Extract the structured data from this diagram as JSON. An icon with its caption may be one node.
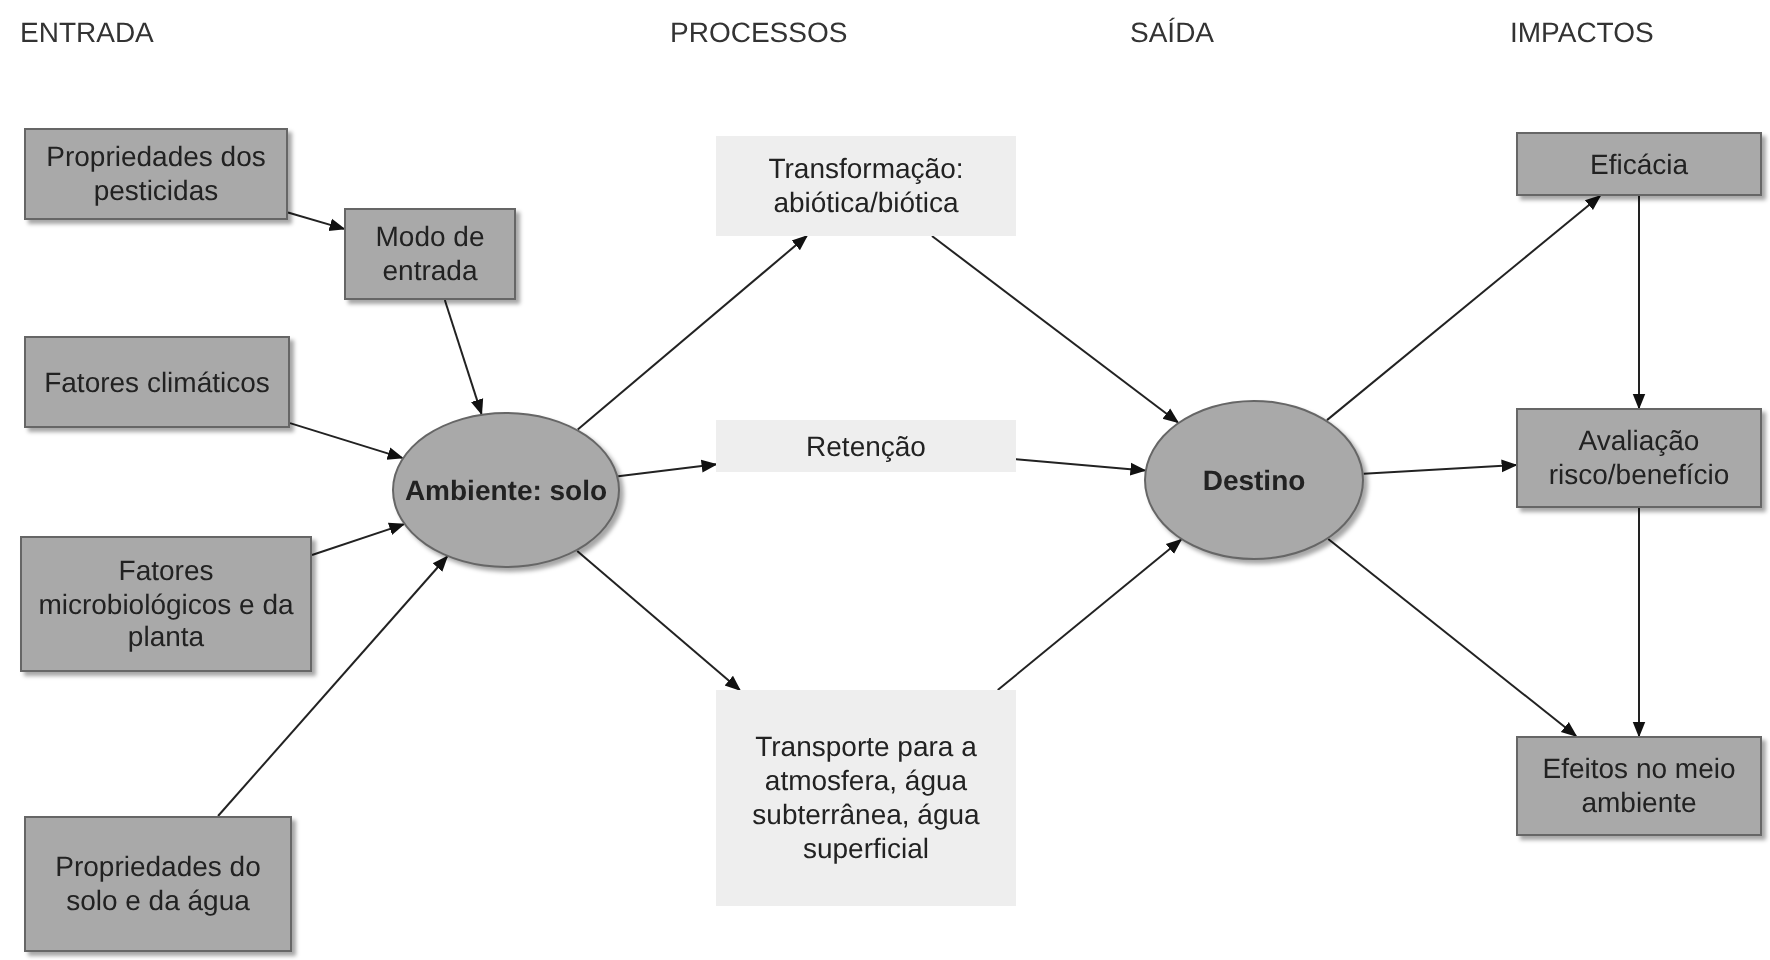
{
  "diagram": {
    "nodes": [
      {
        "text": [
          "Propriedades dos pesticidas"
        ]
      },
      {
        "text": [
          "Modo de entrada"
        ]
      },
      {
        "text": [
          "Fatores climáticos"
        ]
      },
      {
        "text": [
          "Fatores microbiológicos e da planta"
        ]
      },
      {
        "text": [
          "Propriedades do solo e da água"
        ]
      },
      {
        "text": [
          "Ambiente: solo"
        ]
      },
      {
        "text": [
          "Transformação: abiótica/biótica"
        ]
      },
      {
        "text": [
          "Retenção"
        ]
      },
      {
        "text": [
          "Transporte para a atmosfera, água subterrânea, água superficial"
        ]
      },
      {
        "text": [
          "Destino"
        ]
      },
      {
        "text": [
          "Eficácia"
        ]
      },
      {
        "text": [
          "Avaliação risco/benefício"
        ]
      },
      {
        "text": [
          "Efeitos no meio ambiente"
        ]
      }
    ],
    "edges": [
      {
        "from": 0,
        "to": 1,
        "arrow": "to"
      },
      {
        "from": 1,
        "to": 5,
        "arrow": "to"
      },
      {
        "from": 2,
        "to": 5,
        "arrow": "to"
      },
      {
        "from": 3,
        "to": 5,
        "arrow": "to"
      },
      {
        "from": 4,
        "to": 5,
        "arrow": "to"
      },
      {
        "from": 5,
        "to": 6,
        "arrow": "to"
      },
      {
        "from": 5,
        "to": 7,
        "arrow": "to"
      },
      {
        "from": 5,
        "to": 8,
        "arrow": "to"
      },
      {
        "from": 6,
        "to": 9,
        "arrow": "to"
      },
      {
        "from": 7,
        "to": 9,
        "arrow": "to"
      },
      {
        "from": 8,
        "to": 9,
        "arrow": "to"
      },
      {
        "from": 9,
        "to": 10,
        "arrow": "to"
      },
      {
        "from": 9,
        "to": 11,
        "arrow": "to"
      },
      {
        "from": 9,
        "to": 12,
        "arrow": "to"
      },
      {
        "from": 10,
        "to": 11,
        "arrow": "to"
      },
      {
        "from": 11,
        "to": 12,
        "arrow": "to"
      }
    ],
    "labels": [
      "ENTRADA",
      "PROCESSOS",
      "SAÍDA",
      "IMPACTOS"
    ]
  }
}
